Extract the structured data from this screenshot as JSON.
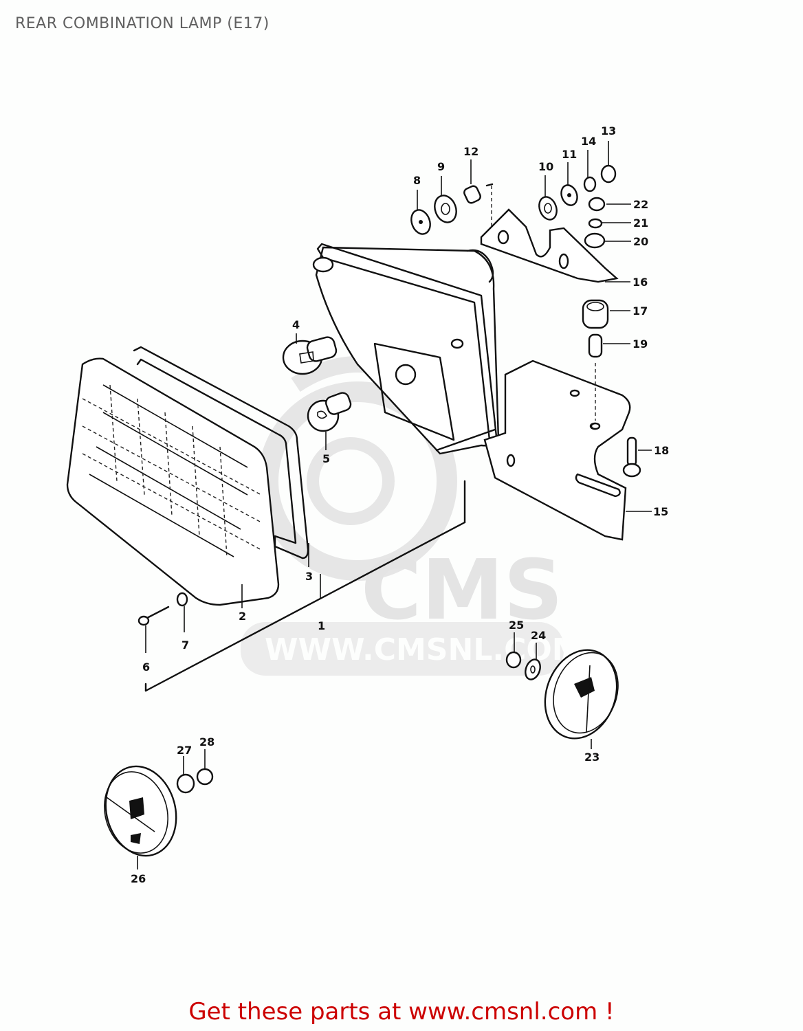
{
  "header": {
    "title": "REAR COMBINATION LAMP (E17)"
  },
  "watermark": {
    "logo_text": "CMS",
    "url_text": "WWW.CMSNL.COM",
    "color": "#e4e4e4"
  },
  "diagram": {
    "type": "exploded-parts-diagram",
    "parts": [
      {
        "number": "1",
        "name": "lamp-assembly"
      },
      {
        "number": "2",
        "name": "lens"
      },
      {
        "number": "3",
        "name": "gasket"
      },
      {
        "number": "4",
        "name": "bulb-large"
      },
      {
        "number": "5",
        "name": "bulb-small"
      },
      {
        "number": "6",
        "name": "screw"
      },
      {
        "number": "7",
        "name": "washer"
      },
      {
        "number": "8",
        "name": "washer"
      },
      {
        "number": "9",
        "name": "cushion"
      },
      {
        "number": "10",
        "name": "cushion"
      },
      {
        "number": "11",
        "name": "washer"
      },
      {
        "number": "12",
        "name": "spacer"
      },
      {
        "number": "13",
        "name": "nut"
      },
      {
        "number": "14",
        "name": "washer"
      },
      {
        "number": "15",
        "name": "bracket"
      },
      {
        "number": "16",
        "name": "bracket-upper"
      },
      {
        "number": "17",
        "name": "cushion"
      },
      {
        "number": "18",
        "name": "bolt"
      },
      {
        "number": "19",
        "name": "spacer"
      },
      {
        "number": "20",
        "name": "washer"
      },
      {
        "number": "21",
        "name": "lock-washer"
      },
      {
        "number": "22",
        "name": "nut"
      },
      {
        "number": "23",
        "name": "reflector"
      },
      {
        "number": "24",
        "name": "washer"
      },
      {
        "number": "25",
        "name": "nut"
      },
      {
        "number": "26",
        "name": "reflector"
      },
      {
        "number": "27",
        "name": "washer"
      },
      {
        "number": "28",
        "name": "nut"
      }
    ]
  },
  "footer": {
    "cta_text": "Get these parts at www.cmsnl.com !",
    "color": "#cc0000"
  }
}
